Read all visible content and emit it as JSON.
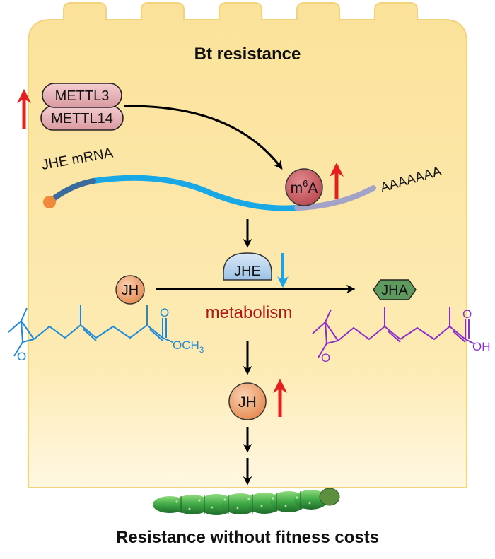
{
  "title": "Bt resistance",
  "footer": "Resistance without fitness costs",
  "enzymes": {
    "top": "METTL3",
    "bottom": "METTL14"
  },
  "mrna": {
    "label": "JHE mRNA",
    "polyA": "AAAAAAA"
  },
  "m6a": {
    "base": "m",
    "superscript": "6",
    "suffix": "A"
  },
  "jhe": "JHE",
  "jh_left": "JH",
  "jha": "JHA",
  "metabolism": "metabolism",
  "jh_center": "JH",
  "molecules": {
    "ester_label": "OCH",
    "ester_subscript": "3",
    "acid_label": "OH",
    "carbonyl_o": "O",
    "epoxide_o": "O"
  },
  "colors": {
    "cell": "#fde7a0",
    "up_arrow": "#e32020",
    "down_arrow": "#1aa3e8",
    "m6a_fill": "#c9575f",
    "mrna_blue": "#18a8e6",
    "mrna_dark": "#3b6b9a",
    "mrna_grey": "#a3a3c8",
    "jh_fill": "#f0a070",
    "jhe_fill": "#b8d4ee",
    "jha_fill": "#5e9a5e",
    "enzyme_fill": "#e8b4b8",
    "metabolism_text": "#b01818",
    "jh_structure": "#1e88d8",
    "jha_structure": "#8b2fc9"
  }
}
